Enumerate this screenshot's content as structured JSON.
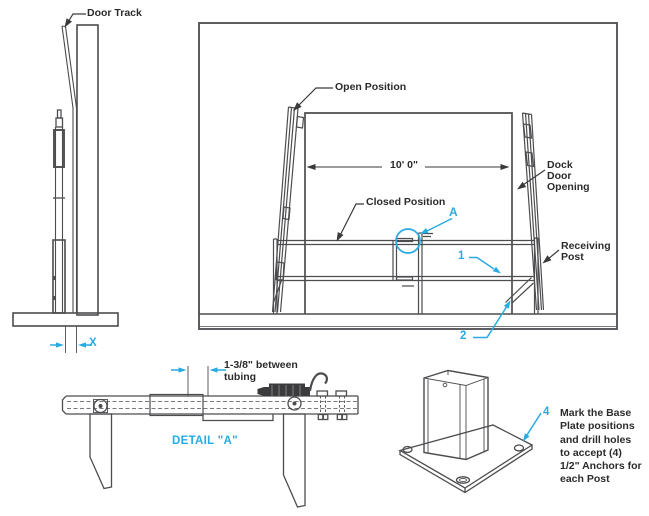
{
  "colors": {
    "accent": "#29ABE2",
    "line": "#4D4D50",
    "text": "#2B2B2D",
    "background": "#FFFFFF"
  },
  "side_view": {
    "door_track_label": "Door Track",
    "base_dim_label": "X"
  },
  "main_view": {
    "open_position_label": "Open Position",
    "opening_width": "10' 0\"",
    "dock_door_opening": {
      "line1": "Dock",
      "line2": "Door",
      "line3": "Opening"
    },
    "closed_position_label": "Closed Position",
    "detail_callout": "A",
    "callout_1": "1",
    "callout_2": "2",
    "receiving_post": {
      "line1": "Receiving",
      "line2": "Post"
    }
  },
  "detail_a": {
    "tubing_dim": {
      "line1": "1-3/8\" between",
      "line2": "tubing"
    },
    "title": "DETAIL \"A\""
  },
  "base_plate": {
    "callout_4": "4",
    "note_lines": [
      "Mark the Base",
      "Plate positions",
      "and drill holes",
      "to accept (4)",
      "1/2\" Anchors for",
      "each Post"
    ]
  }
}
